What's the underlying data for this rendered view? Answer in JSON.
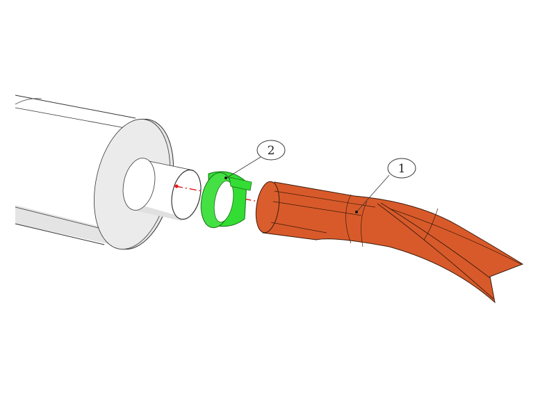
{
  "diagram": {
    "type": "exploded-assembly",
    "parts": [
      {
        "id": "muffler",
        "label": "Muffler body with outlet pipe",
        "color": "#f0f0f0"
      },
      {
        "id": "clamp",
        "label": "Clamp",
        "callout": "2",
        "color": "#33dd33"
      },
      {
        "id": "tailpipe",
        "label": "Tailpipe tip",
        "callout": "1",
        "color": "#d85a2a"
      }
    ],
    "callouts": [
      {
        "number": "2",
        "target": "clamp"
      },
      {
        "number": "1",
        "target": "tailpipe"
      }
    ],
    "axis_line_color": "#dd2222"
  }
}
